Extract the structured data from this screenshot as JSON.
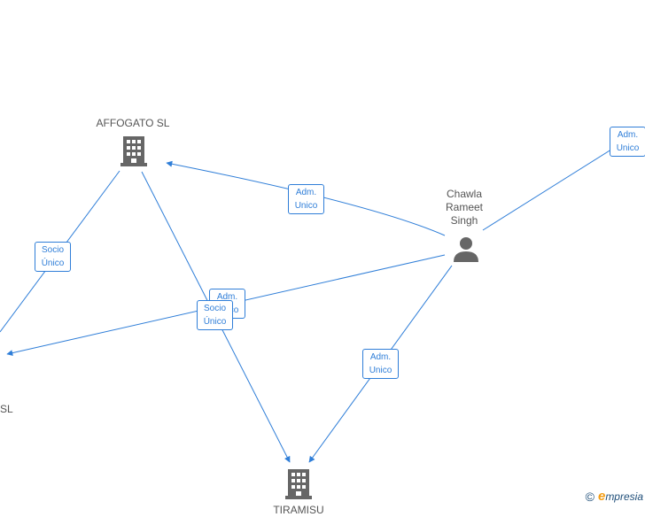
{
  "nodes": {
    "affogato": {
      "name": "AFFOGATO  SL",
      "icon": "building-icon"
    },
    "left_company": {
      "name": "SL",
      "icon": "building-icon"
    },
    "person": {
      "name_lines": [
        "Chawla",
        "Rameet",
        "Singh"
      ],
      "icon": "person-icon"
    },
    "tiramisu": {
      "name": "TIRAMISU",
      "icon": "building-icon"
    }
  },
  "relations": [
    {
      "id": "person-affogato",
      "line1": "Adm.",
      "line2": "Unico"
    },
    {
      "id": "person-offscreen",
      "line1": "Adm.",
      "line2": "Unico"
    },
    {
      "id": "affogato-left",
      "line1": "Socio",
      "line2": "Único"
    },
    {
      "id": "person-left",
      "line1": "Adm.",
      "line2": "Unico"
    },
    {
      "id": "affogato-tiramisu",
      "line1": "Socio",
      "line2": "Único"
    },
    {
      "id": "person-tiramisu",
      "line1": "Adm.",
      "line2": "Unico"
    }
  ],
  "brand": {
    "copyright": "©",
    "name": "mpresia",
    "initial": "e"
  },
  "colors": {
    "edge": "#2f7ed8",
    "icon": "#666666",
    "label": "#555555"
  }
}
